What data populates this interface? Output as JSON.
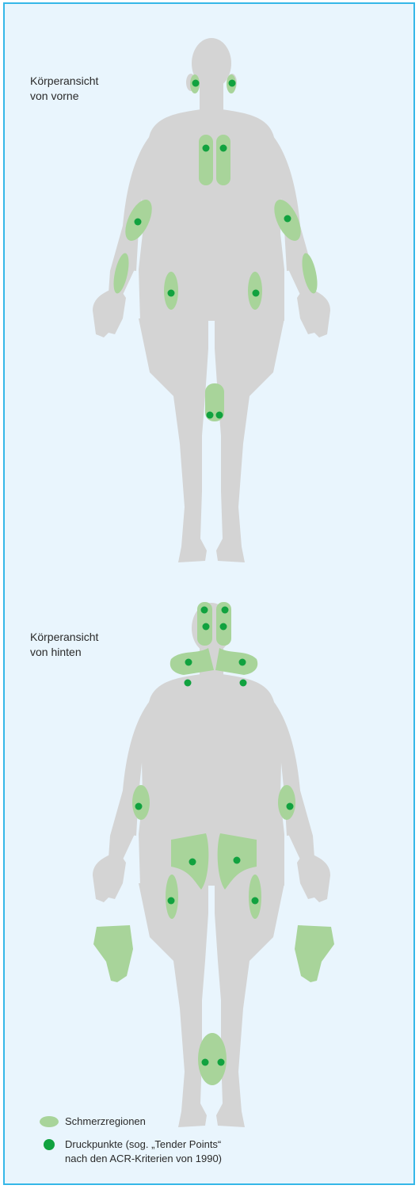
{
  "views": {
    "front_label": "Körperansicht\nvon vorne",
    "back_label": "Körperansicht\nvon hinten"
  },
  "legend": {
    "regions_label": "Schmerzregionen",
    "points_label": "Druckpunkte (sog. „Tender Points“\nnach den ACR-Kriterien von 1990)"
  },
  "colors": {
    "body": "#d4d4d4",
    "region": "#a8d49a",
    "point": "#11a23f",
    "border": "#35b7e8",
    "background": "#e9f5fd"
  }
}
